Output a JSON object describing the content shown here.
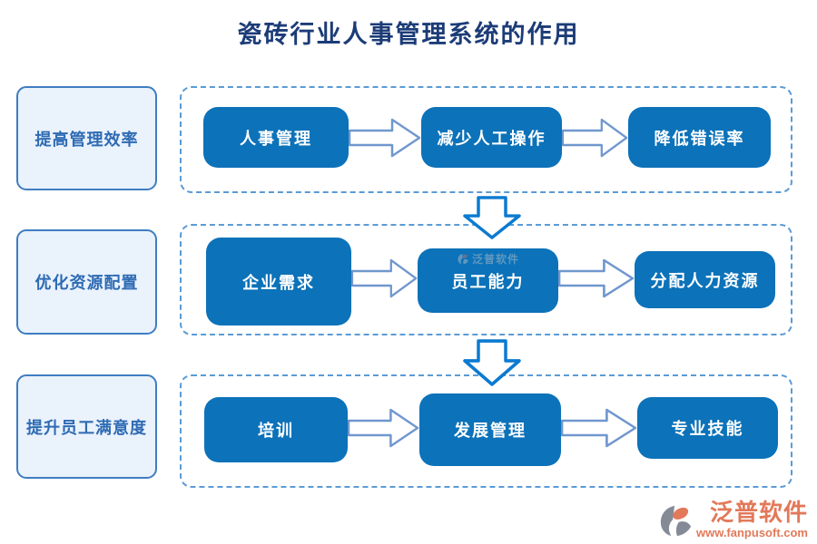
{
  "title": "瓷砖行业人事管理系统的作用",
  "sidebar": {
    "items": [
      {
        "label": "提高管理效率"
      },
      {
        "label": "优化资源配置"
      },
      {
        "label": "提升员工满意度"
      }
    ]
  },
  "rows": [
    {
      "nodes": [
        {
          "label": "人事管理"
        },
        {
          "label": "减少人工操作"
        },
        {
          "label": "降低错误率"
        }
      ]
    },
    {
      "nodes": [
        {
          "label": "企业需求"
        },
        {
          "label": "员工能力"
        },
        {
          "label": "分配人力资源"
        }
      ]
    },
    {
      "nodes": [
        {
          "label": "培训"
        },
        {
          "label": "发展管理"
        },
        {
          "label": "专业技能"
        }
      ]
    }
  ],
  "watermark": {
    "brand": "泛普软件"
  },
  "footer": {
    "brand": "泛普软件",
    "url": "www.fanpusoft.com"
  },
  "colors": {
    "node_blue": "#0c72b9",
    "dashed_border": "#5b9bd5",
    "sidebar_fill": "#eaf2fc",
    "sidebar_border": "#3f7dc0",
    "title_navy": "#1c3c78",
    "h_arrow_stroke": "#7097ce",
    "d_arrow_stroke": "#0b7ad1",
    "brand_salmon": "#e2795a"
  }
}
